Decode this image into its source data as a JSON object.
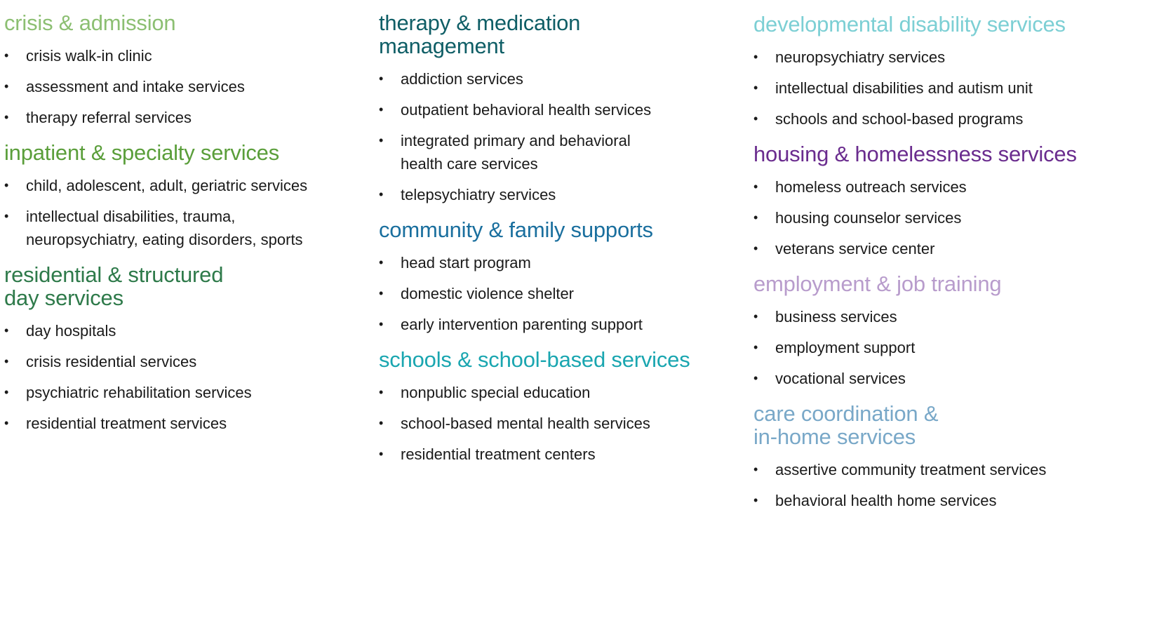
{
  "columns": [
    {
      "sections": [
        {
          "title": "crisis & admission",
          "color": "#8cbf72",
          "items": [
            "crisis walk-in clinic",
            "assessment and intake services",
            "therapy referral services"
          ]
        },
        {
          "title": "inpatient & specialty services",
          "color": "#5a9e3a",
          "items": [
            "child, adolescent, adult, geriatric services",
            "intellectual disabilities, trauma,\nneuropsychiatry, eating disorders, sports"
          ]
        },
        {
          "title": "residential & structured\nday services",
          "color": "#2e7a4a",
          "items": [
            "day hospitals",
            "crisis residential services",
            "psychiatric rehabilitation services",
            "residential treatment services"
          ]
        }
      ]
    },
    {
      "sections": [
        {
          "title": "therapy & medication\nmanagement",
          "color": "#0f5e66",
          "items": [
            "addiction services",
            "outpatient behavioral health services",
            "integrated primary and behavioral\nhealth care services",
            "telepsychiatry services"
          ]
        },
        {
          "title": "community & family supports",
          "color": "#1a6f9e",
          "items": [
            "head start program",
            "domestic violence shelter",
            "early intervention parenting support"
          ]
        },
        {
          "title": "schools & school-based services",
          "color": "#1aa6b0",
          "items": [
            "nonpublic special education",
            "school-based mental health services",
            "residential treatment centers"
          ]
        }
      ]
    },
    {
      "sections": [
        {
          "title": "developmental disability services",
          "color": "#7ccfd4",
          "items": [
            "neuropsychiatry services",
            "intellectual disabilities and autism unit",
            "schools and school-based programs"
          ]
        },
        {
          "title": "housing & homelessness services",
          "color": "#6a2c8e",
          "items": [
            "homeless outreach services",
            "housing counselor services",
            "veterans service center"
          ]
        },
        {
          "title": "employment & job training",
          "color": "#b89ccc",
          "items": [
            "business services",
            "employment support",
            "vocational services"
          ]
        },
        {
          "title": "care coordination &\nin-home services",
          "color": "#79a8c8",
          "items": [
            "assertive community treatment services",
            "behavioral health home services"
          ]
        }
      ]
    }
  ],
  "bullet_glyph": "•"
}
